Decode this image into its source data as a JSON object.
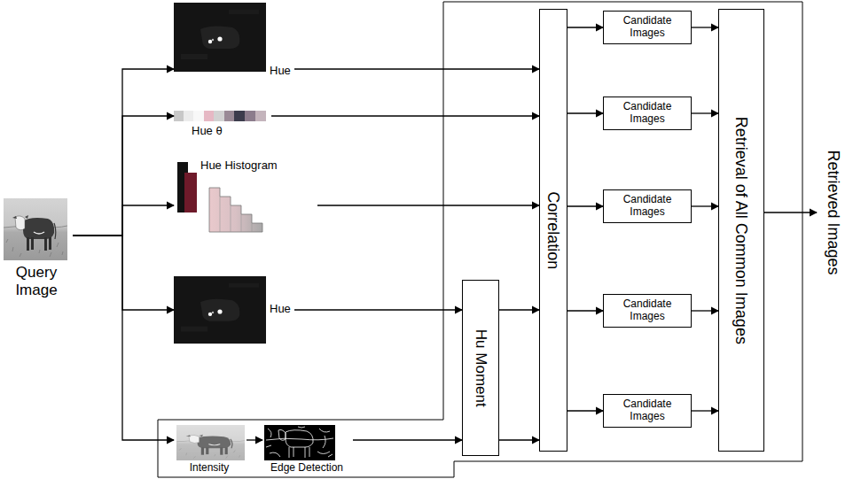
{
  "diagram": {
    "nodes": [
      {
        "text": [
          "Query Image"
        ]
      },
      {
        "text": [
          "Hue"
        ]
      },
      {
        "text": [
          "Hue θ"
        ]
      },
      {
        "text": [
          "Hue Histogram"
        ]
      },
      {
        "text": [
          "Hue"
        ]
      },
      {
        "text": [
          "Intensity"
        ]
      },
      {
        "text": [
          "Edge Detection"
        ]
      },
      {
        "text": [
          "Hu Moment"
        ]
      },
      {
        "text": [
          "Correlation"
        ]
      },
      {
        "text": [
          "Candidate Images"
        ]
      },
      {
        "text": [
          "Candidate Images"
        ]
      },
      {
        "text": [
          "Candidate Images"
        ]
      },
      {
        "text": [
          "Candidate Images"
        ]
      },
      {
        "text": [
          "Candidate Images"
        ]
      },
      {
        "text": [
          "Retrieval of All Common Images"
        ]
      }
    ],
    "edges": [
      {
        "from": 0,
        "to": 1,
        "arrow": "to"
      },
      {
        "from": 0,
        "to": 2,
        "arrow": "to"
      },
      {
        "from": 0,
        "to": 3,
        "arrow": "to"
      },
      {
        "from": 0,
        "to": 4,
        "arrow": "to"
      },
      {
        "from": 0,
        "to": 5,
        "arrow": "to"
      },
      {
        "from": 1,
        "to": 8,
        "arrow": "to"
      },
      {
        "from": 2,
        "to": 8,
        "arrow": "to"
      },
      {
        "from": 3,
        "to": 8,
        "arrow": "to"
      },
      {
        "from": 4,
        "to": 7,
        "arrow": "to"
      },
      {
        "from": 5,
        "to": 6,
        "arrow": "to"
      },
      {
        "from": 6,
        "to": 7,
        "arrow": "to"
      },
      {
        "from": 7,
        "to": 8,
        "arrow": "to"
      },
      {
        "from": 7,
        "to": 8,
        "arrow": "to"
      },
      {
        "from": 8,
        "to": 9,
        "arrow": "to"
      },
      {
        "from": 8,
        "to": 10,
        "arrow": "to"
      },
      {
        "from": 8,
        "to": 11,
        "arrow": "to"
      },
      {
        "from": 8,
        "to": 12,
        "arrow": "to"
      },
      {
        "from": 8,
        "to": 13,
        "arrow": "to"
      },
      {
        "from": 9,
        "to": 14,
        "arrow": "to"
      },
      {
        "from": 10,
        "to": 14,
        "arrow": "to"
      },
      {
        "from": 11,
        "to": 14,
        "arrow": "to"
      },
      {
        "from": 12,
        "to": 14,
        "arrow": "to"
      },
      {
        "from": 13,
        "to": 14,
        "arrow": "to"
      }
    ],
    "labels": [
      "Retrieved Images"
    ]
  }
}
